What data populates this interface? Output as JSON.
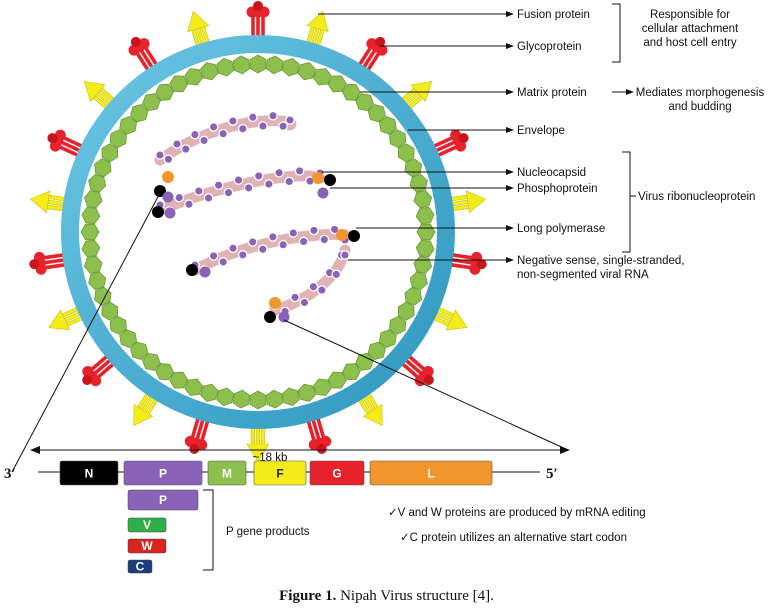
{
  "colors": {
    "envelope": "#4bb1d4",
    "matrix": "#8dbf4d",
    "glycoprotein": "#e8222a",
    "fusion": "#f4ec1a",
    "rna_helix": "#d49a9a",
    "nucleocapsid": "#8a63b8",
    "phosphoprotein": "#f0962c",
    "polymerase": "#000000"
  },
  "labels": {
    "fusion": "Fusion protein",
    "glyco": "Glycoprotein",
    "matrix": "Matrix protein",
    "envelope": "Envelope",
    "nucleocapsid": "Nucleocapsid",
    "phospho": "Phosphoprotein",
    "polymerase": "Long polymerase",
    "rna_1": "Negative sense, single-stranded,",
    "rna_2": "non-segmented viral RNA"
  },
  "groups": {
    "attach_1": "Responsible for",
    "attach_2": "cellular attachment",
    "attach_3": "and host cell entry",
    "morph_1": "Mediates morphogenesis",
    "morph_2": "and budding",
    "rnp": "Virus ribonucleoprotein"
  },
  "genome": {
    "length": "~18 kb",
    "left_end": "3′",
    "right_end": "5′",
    "genes": [
      {
        "name": "N",
        "color": "#000000",
        "text_color": "#ffffff"
      },
      {
        "name": "P",
        "color": "#8a63b8",
        "text_color": "#ffffff"
      },
      {
        "name": "M",
        "color": "#8dbf4d",
        "text_color": "#ffffff"
      },
      {
        "name": "F",
        "color": "#f4ec1a",
        "text_color": "#222222"
      },
      {
        "name": "G",
        "color": "#e8222a",
        "text_color": "#ffffff"
      },
      {
        "name": "L",
        "color": "#f0962c",
        "text_color": "#ffffff"
      }
    ],
    "p_products": [
      {
        "name": "P",
        "color": "#8a63b8"
      },
      {
        "name": "V",
        "color": "#2fae4a"
      },
      {
        "name": "W",
        "color": "#d8231f"
      },
      {
        "name": "C",
        "color": "#1c3d7a"
      }
    ],
    "p_products_label": "P gene products"
  },
  "notes": {
    "editing": "✓V and W proteins are produced by mRNA editing",
    "codon": "✓C protein utilizes an alternative start codon"
  },
  "caption": {
    "label": "Figure 1.",
    "text": " Nipah Virus structure [4]."
  }
}
